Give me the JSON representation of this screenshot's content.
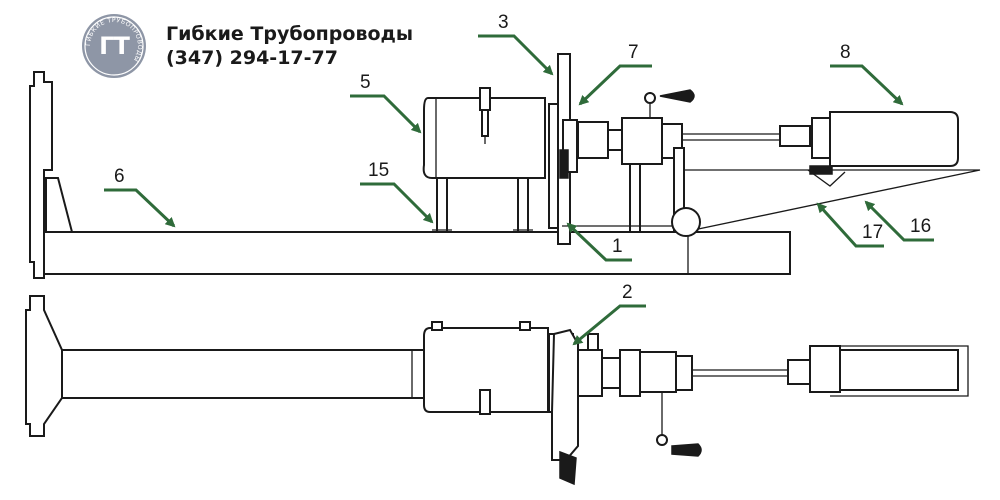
{
  "header": {
    "company_name": "Гибкие Трубопроводы",
    "phone": "(347) 294-17-77",
    "logo_ring_text": "ГИБКИЕ ТРУБОПРОВОДЫ",
    "logo_mark": "ГТ"
  },
  "colors": {
    "leader": "#2f6b3a",
    "line": "#1a1a1a",
    "logo": "#8e96a6",
    "background": "#ffffff"
  },
  "callouts": [
    {
      "id": "1",
      "label": "1"
    },
    {
      "id": "2",
      "label": "2"
    },
    {
      "id": "3",
      "label": "3"
    },
    {
      "id": "5",
      "label": "5"
    },
    {
      "id": "6",
      "label": "6"
    },
    {
      "id": "7",
      "label": "7"
    },
    {
      "id": "8",
      "label": "8"
    },
    {
      "id": "15",
      "label": "15"
    },
    {
      "id": "16",
      "label": "16"
    },
    {
      "id": "17",
      "label": "17"
    }
  ]
}
